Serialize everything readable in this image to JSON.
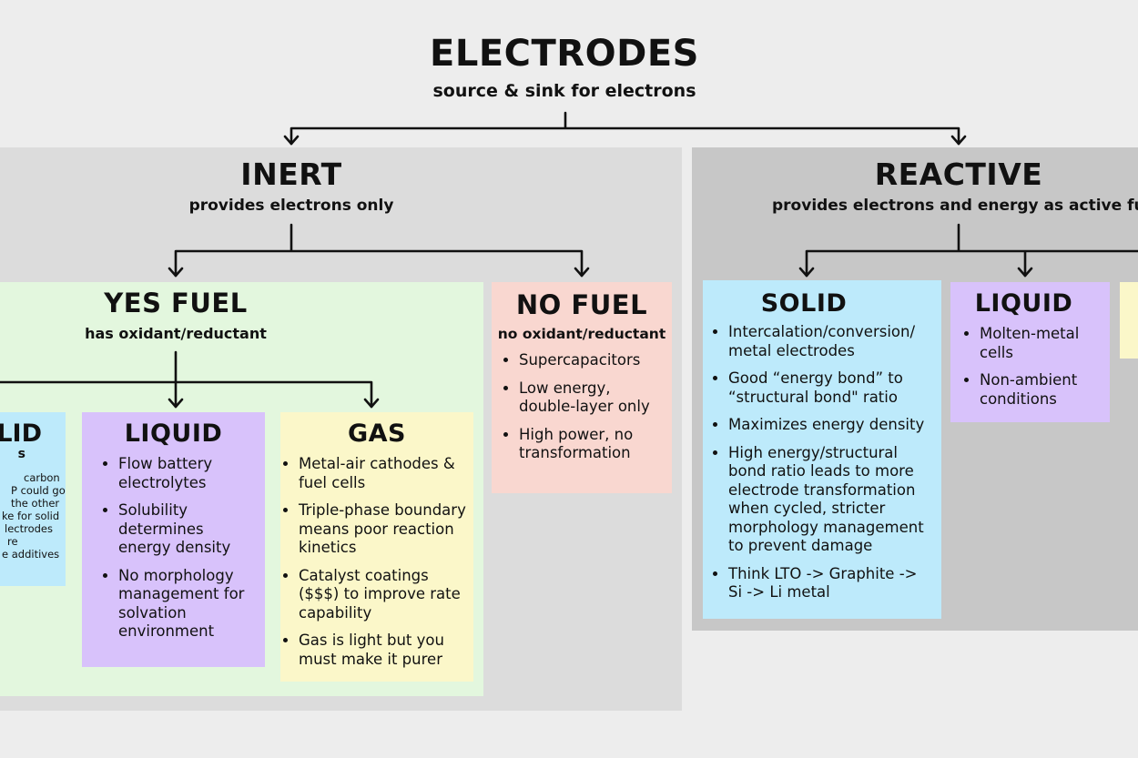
{
  "root": {
    "title": "ELECTRODES",
    "subtitle": "source & sink for electrons"
  },
  "inert": {
    "title": "INERT",
    "subtitle": "provides electrons only",
    "yes_fuel": {
      "title": "YES FUEL",
      "subtitle": "has oxidant/reductant",
      "solid": {
        "title": "LID",
        "subtitle": "s",
        "lines": [
          "carbon",
          "P could go",
          "the other",
          "ke for solid",
          "lectrodes",
          "re",
          "e additives"
        ]
      },
      "liquid": {
        "title": "LIQUID",
        "items": [
          "Flow battery electrolytes",
          "Solubility determines energy density",
          "No morphology management for solvation environment"
        ]
      },
      "gas": {
        "title": "GAS",
        "items": [
          "Metal-air cathodes & fuel cells",
          "Triple-phase boundary means poor reaction kinetics",
          "Catalyst coatings ($$$) to improve rate capability",
          "Gas is light but you must make it purer"
        ]
      }
    },
    "no_fuel": {
      "title": "NO FUEL",
      "subtitle": "no oxidant/reductant",
      "items": [
        "Supercapacitors",
        "Low energy, double-layer only",
        "High power, no transformation"
      ]
    }
  },
  "reactive": {
    "title": "REACTIVE",
    "subtitle": "provides electrons and energy as active fuel",
    "solid": {
      "title": "SOLID",
      "items": [
        "Intercalation/conversion/ metal electrodes",
        "Good “energy bond” to “structural bond\" ratio",
        "Maximizes energy density",
        "High energy/structural bond ratio leads to more electrode transformation when cycled, stricter morphology management to prevent damage",
        "Think LTO -> Graphite -> Si -> Li metal"
      ]
    },
    "liquid": {
      "title": "LIQUID",
      "items": [
        "Molten-metal cells",
        "Non-ambient conditions"
      ]
    }
  },
  "colors": {
    "background": "#ededed",
    "inert_panel": "#dcdcdc",
    "reactive_panel": "#c7c7c7",
    "yes_fuel_panel": "#e3f7de",
    "blue_card": "#bdeafb",
    "purple_card": "#d8c2fb",
    "yellow_card": "#fbf7c9",
    "pink_card": "#f9d7d0"
  }
}
